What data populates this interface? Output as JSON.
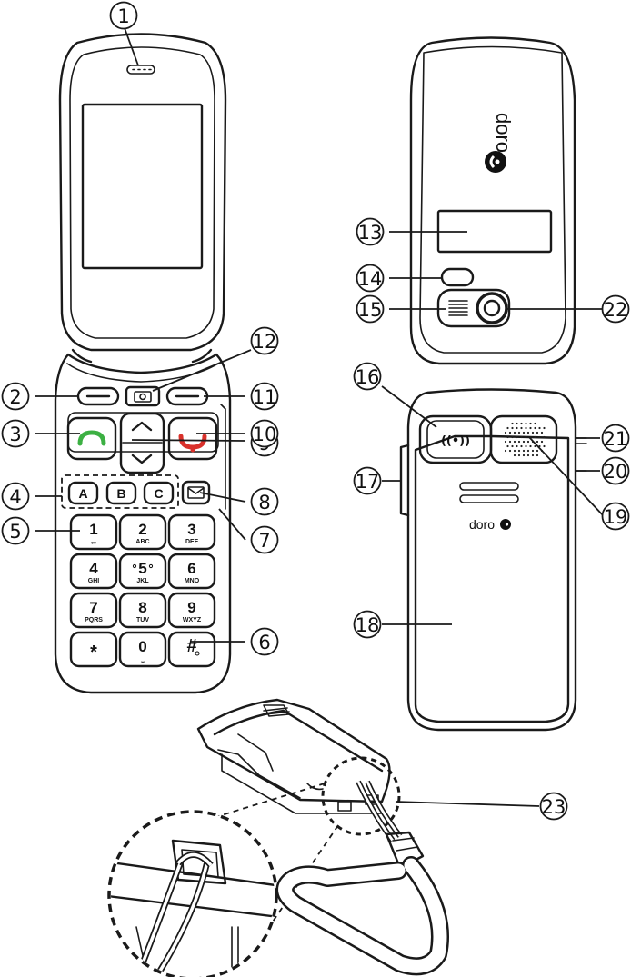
{
  "callouts": [
    "1",
    "2",
    "3",
    "4",
    "5",
    "6",
    "7",
    "8",
    "9",
    "10",
    "11",
    "12",
    "13",
    "14",
    "15",
    "16",
    "17",
    "18",
    "19",
    "20",
    "21",
    "22",
    "23"
  ],
  "keypad": {
    "letter_keys": [
      "A",
      "B",
      "C"
    ],
    "digit_keys": [
      {
        "digit": "1",
        "sub": "ₒₒ"
      },
      {
        "digit": "2",
        "sub": "ABC"
      },
      {
        "digit": "3",
        "sub": "DEF"
      },
      {
        "digit": "4",
        "sub": "GHI"
      },
      {
        "digit": "5",
        "sub": "JKL"
      },
      {
        "digit": "6",
        "sub": "MNO"
      },
      {
        "digit": "7",
        "sub": "PQRS"
      },
      {
        "digit": "8",
        "sub": "TUV"
      },
      {
        "digit": "9",
        "sub": "WXYZ"
      },
      {
        "digit": "*",
        "sub": ""
      },
      {
        "digit": "0",
        "sub": "⎵"
      },
      {
        "digit": "#",
        "sub": ""
      }
    ],
    "colors": {
      "call": "#3cb043",
      "end": "#d9312b"
    }
  },
  "branding": {
    "logo_back_top": "doro",
    "logo_back_battery": "doro"
  },
  "icons": {
    "sos": "sos-signal-icon",
    "camera": "camera-icon",
    "message": "envelope-icon"
  },
  "sos_label": "((•))"
}
